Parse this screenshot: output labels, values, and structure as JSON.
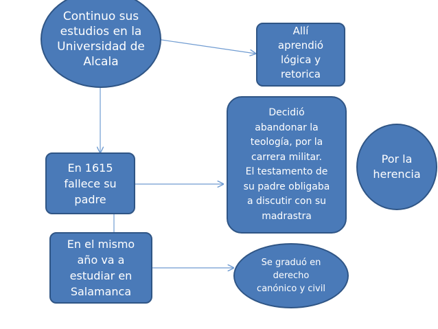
{
  "nodes": {
    "universidad": "Continuo sus\nestudios en la\nUniversidad de\nAlcala",
    "logica": "Allí\naprendió\nlógica y\nretorica",
    "decidio": "Decidió\nabandonar la\nteología, por la\ncarrera militar.\nEl testamento de\nsu padre obligaba\na discutir con su\nmadrastra",
    "herencia": "Por la\nherencia",
    "fallece": "En 1615\nfallece su\npadre",
    "salamanca": "En el mismo\naño  va a\nestudiar en\nSalamanca",
    "graduo": "Se graduó en\nderecho\ncanónico y civil"
  },
  "colors": {
    "node_fill": "#4a7ab8",
    "node_border": "#2f5585",
    "connector": "#6f9bd1",
    "text": "#ffffff"
  }
}
